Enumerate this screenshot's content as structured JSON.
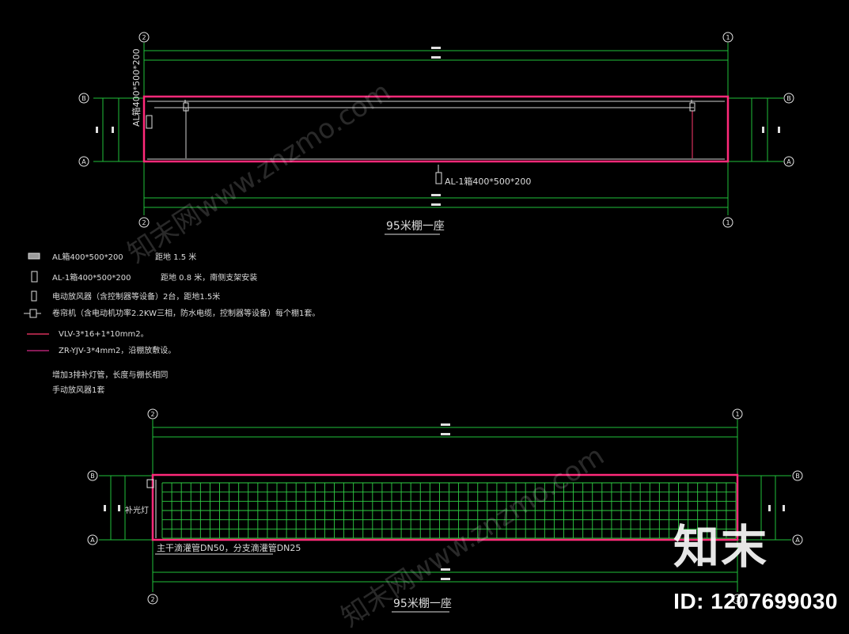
{
  "colors": {
    "background": "#000000",
    "wall": "#ff2a7a",
    "grid_line": "#1fbf3a",
    "axis_circle": "#e6e6e6",
    "text": "#dcdcdc",
    "legend_red": "#ff3a6e",
    "legend_magenta": "#d62a8a"
  },
  "axes": {
    "left_top": "2",
    "right_top": "1",
    "row_top": "B",
    "row_bottom": "A"
  },
  "plan1": {
    "vertical_label": "AL箱400*500*200",
    "bottom_label": "AL-1箱400*500*200",
    "title": "95米棚一座"
  },
  "plan2": {
    "lamp_label": "补光灯",
    "pipe_label": "主干滴灌管DN50，分支滴灌管DN25",
    "title": "95米棚一座"
  },
  "legend": [
    {
      "icon": "al-box-icon",
      "text": "AL箱400*500*200",
      "note": "距地 1.5 米"
    },
    {
      "icon": "al1-box-icon",
      "text": "AL-1箱400*500*200",
      "note": "距地 0.8 米，南侧支架安装"
    },
    {
      "icon": "fan-icon",
      "text": "电动放风器（含控制器等设备）2台，距地1.5米"
    },
    {
      "icon": "motor-icon",
      "text": "卷帘机（含电动机功率2.2KW三相，防水电缆，控制器等设备）每个棚1套。"
    },
    {
      "icon": "red-line-icon",
      "text": "VLV-3*16+1*10mm2。"
    },
    {
      "icon": "magenta-line-icon",
      "text": "ZR-YJV-3*4mm2，沿棚放敷设。"
    }
  ],
  "notes": [
    "增加3排补灯管，长度与棚长相同",
    "手动放风器1套"
  ],
  "watermark": {
    "logo": "知末",
    "id": "ID: 1207699030",
    "site": "知末网www.znzmo.com"
  }
}
